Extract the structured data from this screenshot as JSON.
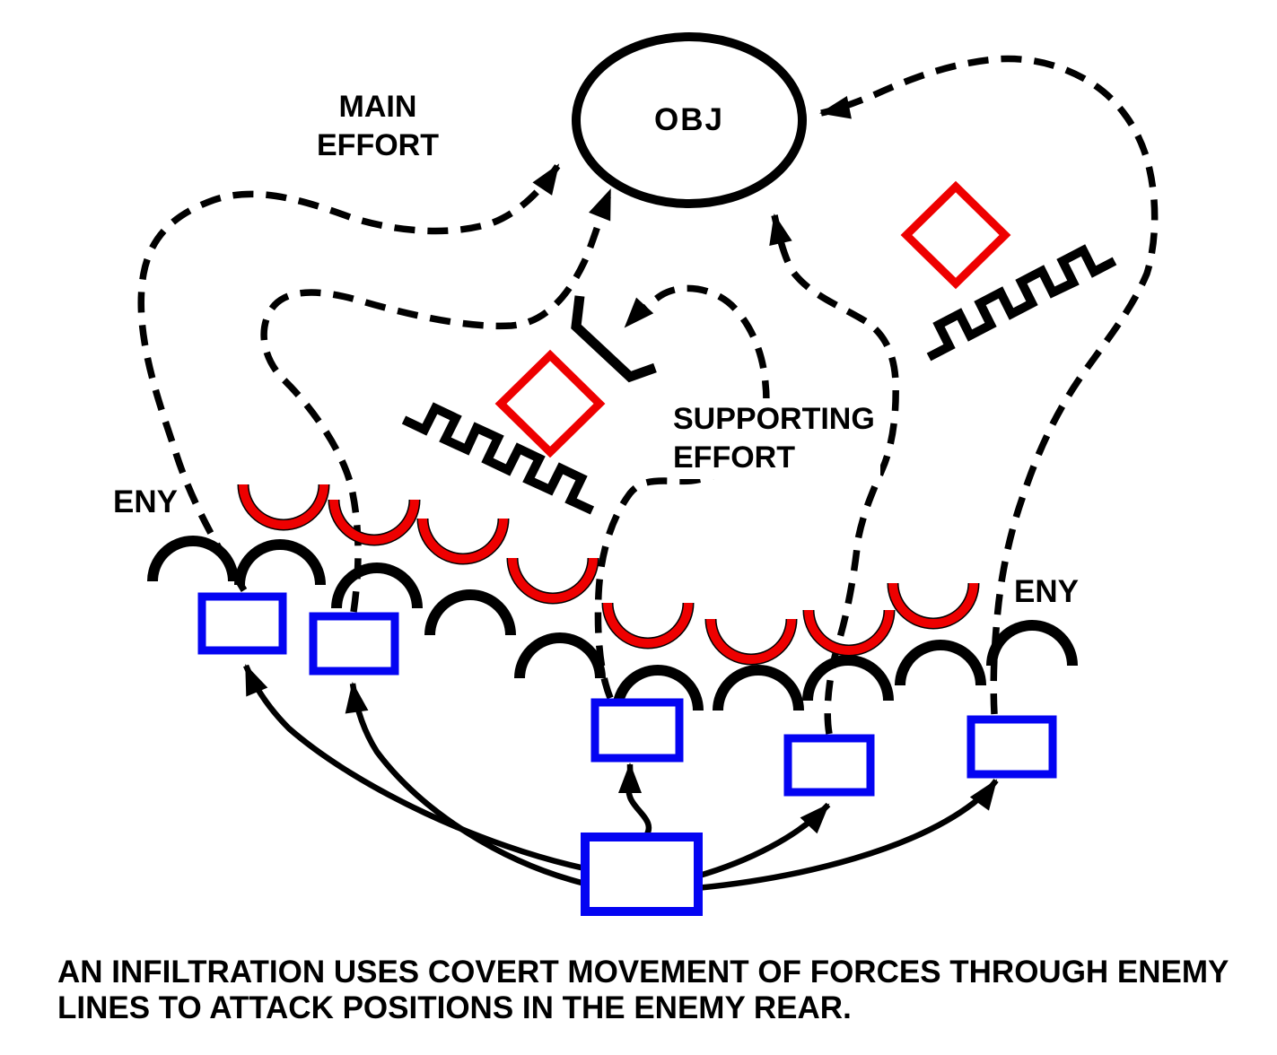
{
  "labels": {
    "objective": "OBJ",
    "main_effort_line1": "MAIN",
    "main_effort_line2": "EFFORT",
    "supporting_effort_line1": "SUPPORTING",
    "supporting_effort_line2": "EFFORT",
    "enemy_left": "ENY",
    "enemy_right": "ENY"
  },
  "caption": {
    "line1": "AN INFILTRATION USES COVERT MOVEMENT OF FORCES THROUGH ENEMY",
    "line2": "LINES TO ATTACK POSITIONS IN THE ENEMY REAR."
  },
  "colors": {
    "line": "#000000",
    "enemy": "#EE0000",
    "friendly": "#0404F2",
    "background": "#FFFFFF"
  },
  "symbols": {
    "objective": "objective-ellipse",
    "infiltration_routes_dashed": 5,
    "friendly_unit_boxes": 6,
    "enemy_position_arcs_red": 8,
    "enemy_position_arcs_black": 10,
    "enemy_unit_diamonds_red": 2,
    "obstacle_zigzag_lines": 2,
    "supporting_attack_bracket": "bracket-symbol"
  }
}
